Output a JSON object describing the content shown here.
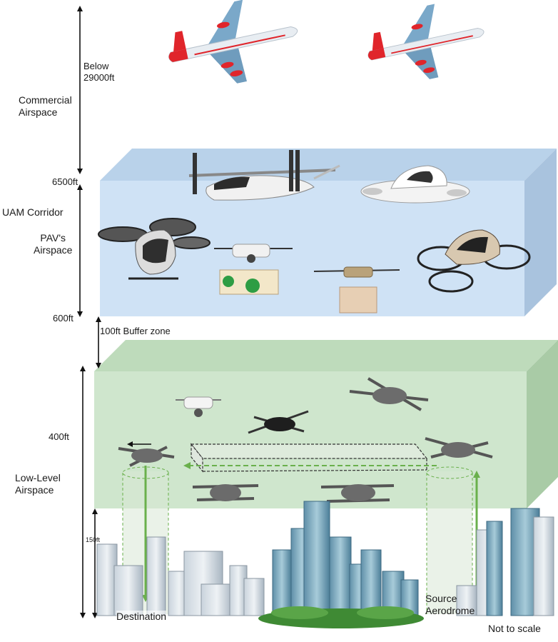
{
  "labels": {
    "commercial_airspace": [
      "Commercial",
      "Airspace"
    ],
    "below_alt": [
      "Below",
      "29000ft"
    ],
    "alt_6500": "6500ft",
    "uam_corridor": "UAM Corridor",
    "pav_airspace": [
      "PAV's",
      "Airspace"
    ],
    "alt_600": "600ft",
    "buffer_zone": "100ft Buffer zone",
    "alt_400": "400ft",
    "low_level_airspace": [
      "Low-Level",
      "Airspace"
    ],
    "alt_150": "150ft",
    "destination": "Destination",
    "source_aerodrome": [
      "Source",
      "Aerodrome"
    ],
    "not_to_scale": "Not to scale"
  },
  "colors": {
    "uam_box_front": "#cfe2f5",
    "uam_box_top": "#b9d2ea",
    "uam_box_side": "#a9c3de",
    "low_box_front": "#cfe6cd",
    "low_box_top": "#bedbbb",
    "low_box_side": "#a9cba6",
    "path_arrow": "#6ab04c",
    "airplane_body": "#e8edf2",
    "airplane_accent": "#e0252b"
  }
}
